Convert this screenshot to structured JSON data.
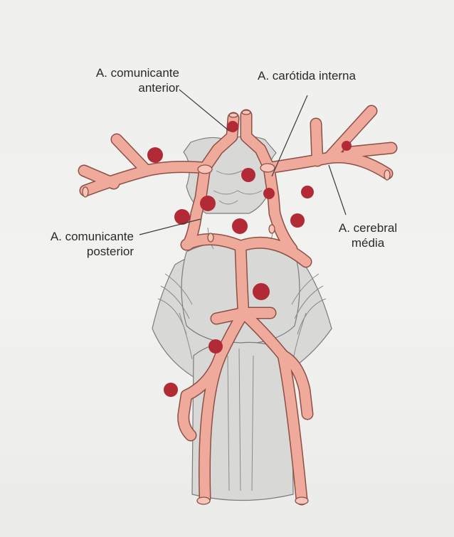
{
  "labels": {
    "ant_comm": {
      "line1": "A. comunicante",
      "line2": "anterior"
    },
    "carotid": {
      "line1": "A. carótida interna"
    },
    "post_comm": {
      "line1": "A. comunicante",
      "line2": "posterior"
    },
    "mid_cereb": {
      "line1": "A. cerebral",
      "line2": "média"
    }
  },
  "colors": {
    "artery_fill": "#f0aa9b",
    "artery_outline": "#8c5045",
    "aneurysm": "#b22a35",
    "brainstem": "#d6d6d4",
    "structure_line": "#7a7a7a",
    "leader_line": "#3a3a3a",
    "background": "#f0f0ee"
  }
}
